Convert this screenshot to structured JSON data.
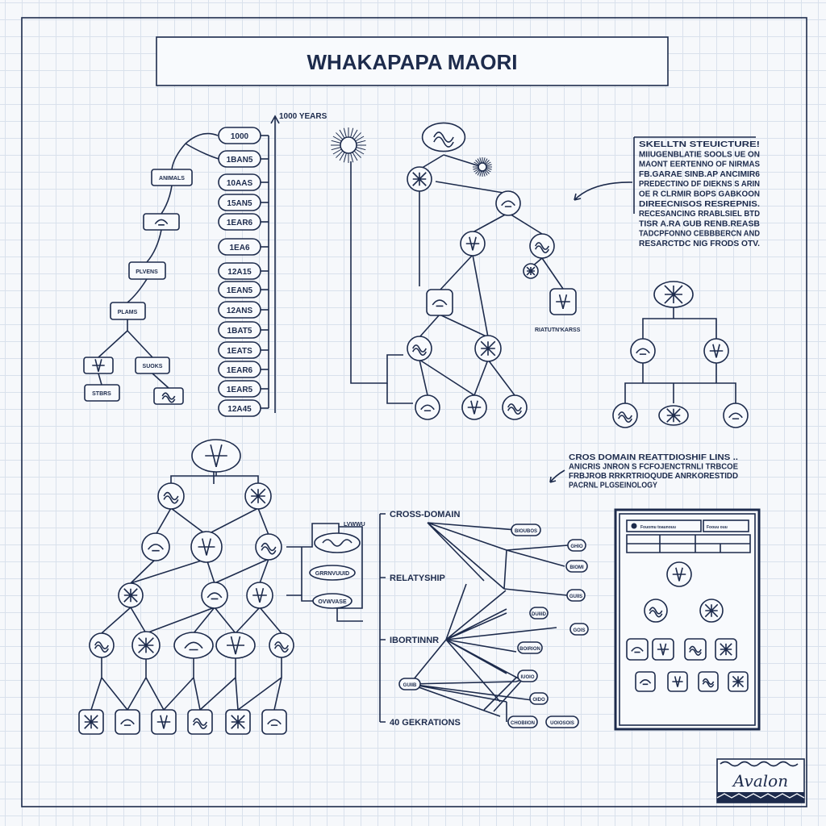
{
  "title": "WHAKAPAPA MAORI",
  "timeline": {
    "axis_label": "1000 YEARS",
    "entries": [
      "1000",
      "1BAN5",
      "10AAS",
      "15AN5",
      "1EAR6",
      "1EA6",
      "12A15",
      "1EAN5",
      "12ANS",
      "1BAT5",
      "1EATS",
      "1EAR6",
      "1EAR5",
      "12A45"
    ]
  },
  "left_tree": {
    "labels": [
      "ANIMALS",
      "PLVENS",
      "PLAMS",
      "SUOKS",
      "STBRS"
    ]
  },
  "top_tree": {
    "label": "RIATUTN'KARSS"
  },
  "skeleton_note": {
    "lines": [
      "SKELLTN STEUICTURE!",
      "MIIUGENBLATIE SOOLS UE ON",
      "MAONT EERTENNO OF NIRMAS",
      "FB.GARAE SINB.AP ANCIMIR6",
      "PREDECTINO DF DIEKNS S ARIN",
      "OE R CLRMIR BOPS GABKOON",
      "DIREECNISOS RESREPNIS.",
      "RECESANCING RRABLSIEL BTD",
      "TISR A.RA GUB RENB.REASB",
      "TADCPFONNO CEBBBERCN AND",
      "RESARCTDC NIG FRODS OTV."
    ]
  },
  "cross_note": {
    "lines": [
      "CROS DOMAIN REATTDIOSHIF LINS ..",
      "ANICRIS JNRON S FCFOJENCTRNLI TRBCOE",
      "FRBJROB RRKRTRIOQUDE ANRKORESTIDD",
      "PACRNL PLGSEINOLOGY"
    ]
  },
  "side_box": {
    "title": "LVWWU",
    "items": [
      "GRRNVUUID",
      "OVWVASE"
    ]
  },
  "network": {
    "labels": [
      "CROSS-DOMAIN",
      "RELATYSHIP",
      "IBORTINNR",
      "40 GEKRATIONS"
    ],
    "pills": [
      "BIOUBOS",
      "GHIO",
      "BIOMI",
      "GUIIS",
      "DUIIID",
      "GOIS",
      "BOIRION",
      "IUOIO",
      "OIDO",
      "GUIIB",
      "CHOBIION",
      "UOIOSOIS"
    ]
  },
  "panel": {
    "header_left": "Fouomu toaunouu",
    "header_right": "Foouu  ouu"
  },
  "logo": {
    "text": "Avalon"
  },
  "colors": {
    "ink": "#1d2b4c",
    "paper": "#f6f8fb",
    "grid": "#d9e1ec"
  }
}
